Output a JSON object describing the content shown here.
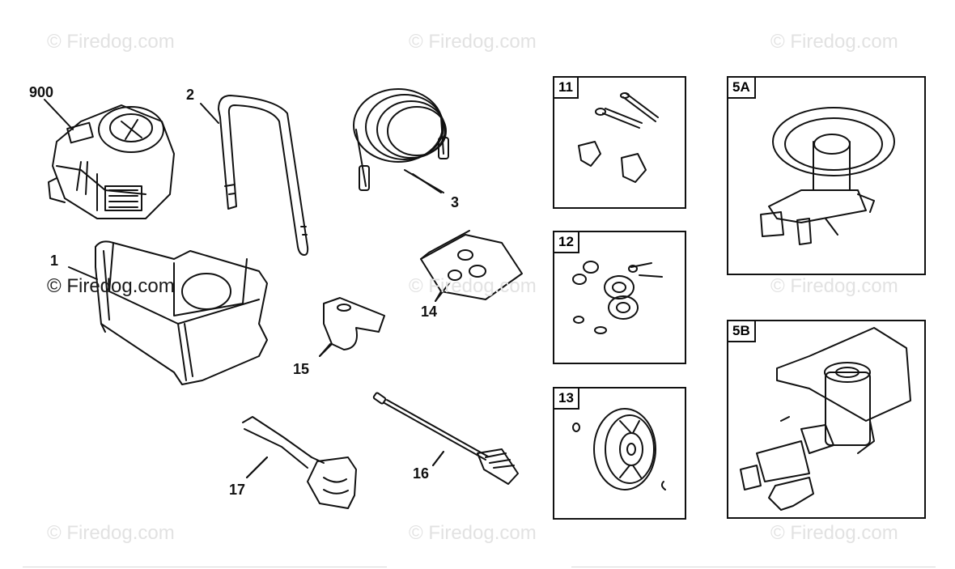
{
  "watermark": {
    "text": "© Firedog.com"
  },
  "callouts": {
    "engine": "900",
    "frame": "1",
    "handle": "2",
    "hose": "3",
    "hardware_bag": "14",
    "bracket": "15",
    "lance": "16",
    "gun": "17"
  },
  "boxes": {
    "hardware": "11",
    "wheel_hardware": "12",
    "wheel": "13",
    "pump_a": "5A",
    "pump_b": "5B"
  },
  "colors": {
    "line": "#111111",
    "watermark": "#e2e2e2",
    "background": "#ffffff"
  }
}
